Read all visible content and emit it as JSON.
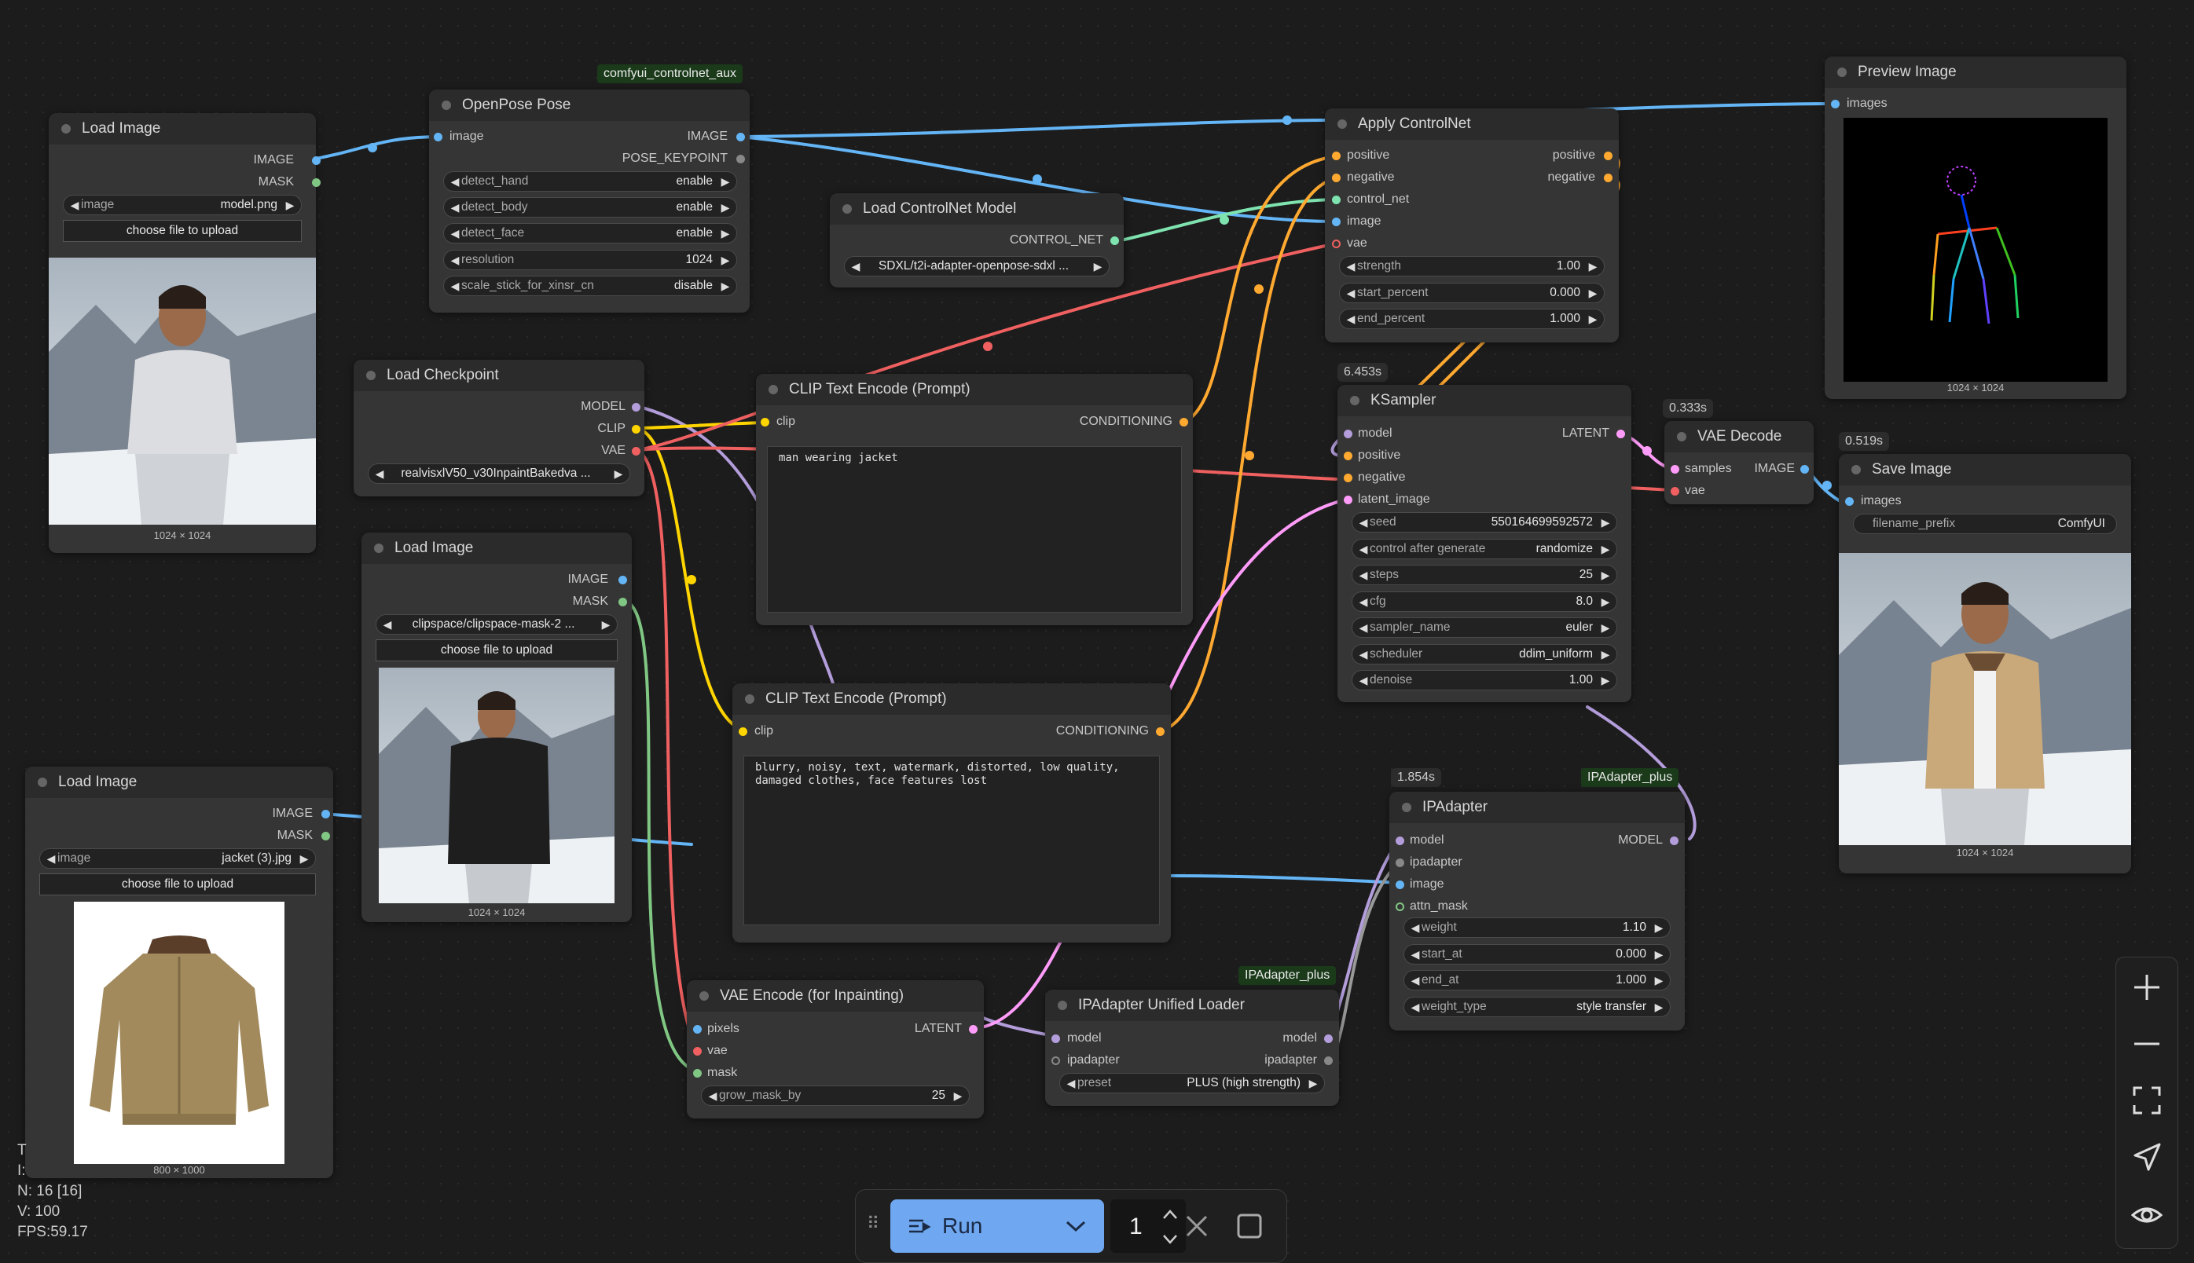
{
  "nodes": {
    "load_image_1": {
      "title": "Load Image",
      "out_image": "IMAGE",
      "out_mask": "MASK",
      "w_image_label": "image",
      "w_image_value": "model.png",
      "upload": "choose file to upload",
      "caption": "1024 × 1024"
    },
    "openpose": {
      "title": "OpenPose Pose",
      "tag": "comfyui_controlnet_aux",
      "in_image": "image",
      "out_image": "IMAGE",
      "out_keypoint": "POSE_KEYPOINT",
      "widgets": [
        {
          "label": "detect_hand",
          "value": "enable"
        },
        {
          "label": "detect_body",
          "value": "enable"
        },
        {
          "label": "detect_face",
          "value": "enable"
        },
        {
          "label": "resolution",
          "value": "1024"
        },
        {
          "label": "scale_stick_for_xinsr_cn",
          "value": "disable"
        }
      ]
    },
    "load_controlnet": {
      "title": "Load ControlNet Model",
      "out": "CONTROL_NET",
      "value": "SDXL/t2i-adapter-openpose-sdxl ..."
    },
    "apply_controlnet": {
      "title": "Apply ControlNet",
      "in_positive": "positive",
      "in_negative": "negative",
      "in_control_net": "control_net",
      "in_image": "image",
      "in_vae": "vae",
      "out_positive": "positive",
      "out_negative": "negative",
      "widgets": [
        {
          "label": "strength",
          "value": "1.00"
        },
        {
          "label": "start_percent",
          "value": "0.000"
        },
        {
          "label": "end_percent",
          "value": "1.000"
        }
      ]
    },
    "preview_image": {
      "title": "Preview Image",
      "in_images": "images",
      "caption": "1024 × 1024"
    },
    "load_checkpoint": {
      "title": "Load Checkpoint",
      "out_model": "MODEL",
      "out_clip": "CLIP",
      "out_vae": "VAE",
      "value": "realvisxlV50_v30InpaintBakedva ..."
    },
    "clip_pos": {
      "title": "CLIP Text Encode (Prompt)",
      "in_clip": "clip",
      "out": "CONDITIONING",
      "text": "man wearing jacket"
    },
    "ksampler": {
      "title": "KSampler",
      "time": "6.453s",
      "in_model": "model",
      "in_positive": "positive",
      "in_negative": "negative",
      "in_latent": "latent_image",
      "out": "LATENT",
      "widgets": [
        {
          "label": "seed",
          "value": "550164699592572"
        },
        {
          "label": "control after generate",
          "value": "randomize"
        },
        {
          "label": "steps",
          "value": "25"
        },
        {
          "label": "cfg",
          "value": "8.0"
        },
        {
          "label": "sampler_name",
          "value": "euler"
        },
        {
          "label": "scheduler",
          "value": "ddim_uniform"
        },
        {
          "label": "denoise",
          "value": "1.00"
        }
      ]
    },
    "vae_decode": {
      "title": "VAE Decode",
      "time": "0.333s",
      "in_samples": "samples",
      "in_vae": "vae",
      "out": "IMAGE"
    },
    "save_image": {
      "title": "Save Image",
      "time": "0.519s",
      "in_images": "images",
      "w_label": "filename_prefix",
      "w_value": "ComfyUI",
      "caption": "1024 × 1024"
    },
    "load_image_2": {
      "title": "Load Image",
      "out_image": "IMAGE",
      "out_mask": "MASK",
      "value": "clipspace/clipspace-mask-2 ...",
      "upload": "choose file to upload",
      "caption": "1024 × 1024"
    },
    "clip_neg": {
      "title": "CLIP Text Encode (Prompt)",
      "in_clip": "clip",
      "out": "CONDITIONING",
      "text": "blurry, noisy, text, watermark, distorted, low quality,\ndamaged clothes, face features lost"
    },
    "load_image_3": {
      "title": "Load Image",
      "out_image": "IMAGE",
      "out_mask": "MASK",
      "w_image_label": "image",
      "w_image_value": "jacket (3).jpg",
      "upload": "choose file to upload",
      "caption": "800 × 1000"
    },
    "ipadapter": {
      "title": "IPAdapter",
      "time": "1.854s",
      "tag": "IPAdapter_plus",
      "in_model": "model",
      "in_ipadapter": "ipadapter",
      "in_image": "image",
      "in_attn_mask": "attn_mask",
      "out": "MODEL",
      "widgets": [
        {
          "label": "weight",
          "value": "1.10"
        },
        {
          "label": "start_at",
          "value": "0.000"
        },
        {
          "label": "end_at",
          "value": "1.000"
        },
        {
          "label": "weight_type",
          "value": "style transfer"
        }
      ]
    },
    "vae_encode": {
      "title": "VAE Encode (for Inpainting)",
      "in_pixels": "pixels",
      "in_vae": "vae",
      "in_mask": "mask",
      "out": "LATENT",
      "w_label": "grow_mask_by",
      "w_value": "25"
    },
    "ipadapter_loader": {
      "title": "IPAdapter Unified Loader",
      "tag": "IPAdapter_plus",
      "in_model": "model",
      "in_ipadapter": "ipadapter",
      "out_model": "model",
      "out_ipadapter": "ipadapter",
      "w_label": "preset",
      "w_value": "PLUS (high strength)"
    }
  },
  "stats": {
    "t": "T",
    "i": "I:",
    "n": "N: 16 [16]",
    "v": "V: 100",
    "fps": "FPS:59.17"
  },
  "runbar": {
    "run_label": "Run",
    "batch_count": "1"
  },
  "colors": {
    "image": "#64b5f6",
    "mask": "#81c784",
    "clip": "#ffd500",
    "vae": "#ff6e6e",
    "model": "#b39ddb",
    "conditioning": "#ffa931",
    "control_net": "#00d78d",
    "latent": "#ff9cf9",
    "ipadapter": "#888888"
  }
}
